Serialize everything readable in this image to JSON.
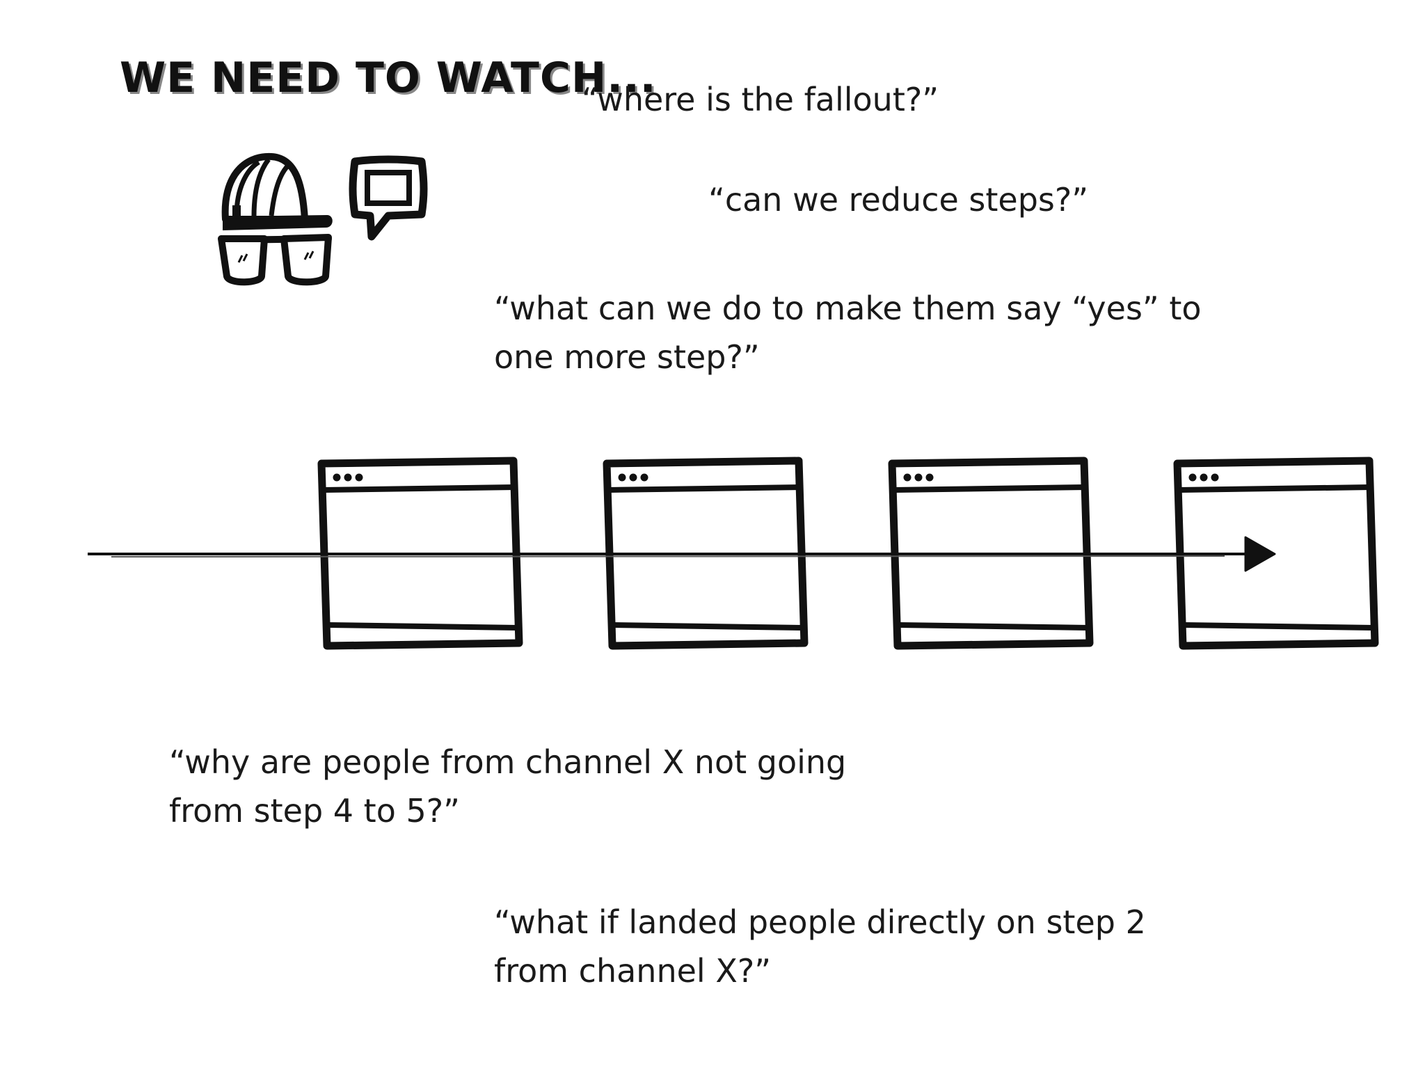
{
  "title": "We need to watch...",
  "quotes": {
    "q1": "“where is the fallout?”",
    "q2": "“can we reduce steps?”",
    "q3": "“what can we do to make them say “yes” to one more step?”",
    "q4": "“why are people from channel X not going from step 4 to 5?”",
    "q5": "“what if landed people directly on step 2 from channel X?”"
  },
  "icons": [
    "cap-glasses-persona-icon",
    "speech-bubble-icon"
  ],
  "flow": {
    "steps": 4,
    "direction": "left-to-right"
  },
  "colors": {
    "ink": "#111111",
    "background": "#ffffff"
  }
}
